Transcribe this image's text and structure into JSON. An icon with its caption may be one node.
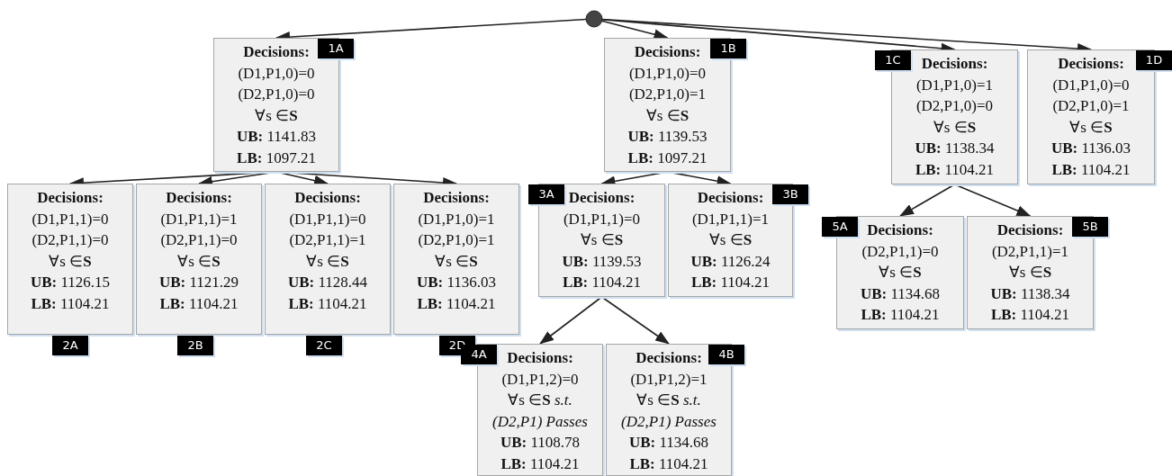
{
  "diagram": {
    "nodes": [
      {
        "text": [],
        "shape": "circle"
      },
      {
        "text": [
          "1A",
          "Decisions:",
          "(D1,P1,0)=0",
          "(D2,P1,0)=0",
          "∀s ∈**S**",
          "**UB:** 1141.83",
          "**LB:** 1097.21"
        ]
      },
      {
        "text": [
          "1B",
          "Decisions:",
          "(D1,P1,0)=0",
          "(D2,P1,0)=1",
          "∀s ∈**S**",
          "**UB:** 1139.53",
          "**LB:** 1097.21"
        ]
      },
      {
        "text": [
          "1C",
          "Decisions:",
          "(D1,P1,0)=1",
          "(D2,P1,0)=0",
          "∀s ∈**S**",
          "**UB:** 1138.34",
          "**LB:** 1104.21"
        ]
      },
      {
        "text": [
          "1D",
          "Decisions:",
          "(D1,P1,0)=0",
          "(D2,P1,0)=1",
          "∀s ∈**S**",
          "**UB:** 1136.03",
          "**LB:** 1104.21"
        ]
      },
      {
        "text": [
          "Decisions:",
          "(D1,P1,1)=0",
          "(D2,P1,1)=0",
          "∀s ∈**S**",
          "**UB:** 1126.15",
          "**LB:** 1104.21",
          "2A"
        ]
      },
      {
        "text": [
          "Decisions:",
          "(D1,P1,1)=1",
          "(D2,P1,1)=0",
          "∀s ∈**S**",
          "**UB:** 1121.29",
          "**LB:** 1104.21",
          "2B"
        ]
      },
      {
        "text": [
          "Decisions:",
          "(D1,P1,1)=0",
          "(D2,P1,1)=1",
          "∀s ∈**S**",
          "**UB:** 1128.44",
          "**LB:** 1104.21",
          "2C"
        ]
      },
      {
        "text": [
          "Decisions:",
          "(D1,P1,0)=1",
          "(D2,P1,0)=1",
          "∀s ∈**S**",
          "**UB:** 1136.03",
          "**LB:** 1104.21",
          "2D"
        ]
      },
      {
        "text": [
          "3A",
          "Decisions:",
          "(D1,P1,1)=0",
          "∀s ∈**S**",
          "**UB:** 1139.53",
          "**LB:** 1104.21"
        ]
      },
      {
        "text": [
          "3B",
          "Decisions:",
          "(D1,P1,1)=1",
          "∀s ∈**S**",
          "**UB:** 1126.24",
          "**LB:** 1104.21"
        ]
      },
      {
        "text": [
          "4A",
          "Decisions:",
          "(D1,P1,2)=0",
          "∀s ∈**S** *s.t. (D2,P1) Passes*",
          "**UB:** 1108.78",
          "**LB:** 1104.21"
        ]
      },
      {
        "text": [
          "4B",
          "Decisions:",
          "(D1,P1,2)=1",
          "∀s ∈**S** *s.t. (D2,P1) Passes*",
          "**UB:** 1134.68",
          "**LB:** 1104.21"
        ]
      },
      {
        "text": [
          "5A",
          "Decisions:",
          "(D2,P1,1)=0",
          "∀s ∈**S**",
          "**UB:** 1134.68",
          "**LB:** 1104.21"
        ]
      },
      {
        "text": [
          "5B",
          "Decisions:",
          "(D2,P1,1)=1",
          "∀s ∈**S**",
          "**UB:** 1138.34",
          "**LB:** 1104.21"
        ]
      }
    ],
    "edges": [
      {
        "from": 0,
        "to": 1,
        "arrow": "to"
      },
      {
        "from": 0,
        "to": 2,
        "arrow": "to"
      },
      {
        "from": 0,
        "to": 3,
        "arrow": "to"
      },
      {
        "from": 0,
        "to": 4,
        "arrow": "to"
      },
      {
        "from": 1,
        "to": 5,
        "arrow": "to"
      },
      {
        "from": 1,
        "to": 6,
        "arrow": "to"
      },
      {
        "from": 1,
        "to": 7,
        "arrow": "to"
      },
      {
        "from": 1,
        "to": 8,
        "arrow": "to"
      },
      {
        "from": 2,
        "to": 9,
        "arrow": "to"
      },
      {
        "from": 2,
        "to": 10,
        "arrow": "to"
      },
      {
        "from": 9,
        "to": 11,
        "arrow": "to"
      },
      {
        "from": 9,
        "to": 12,
        "arrow": "to"
      },
      {
        "from": 3,
        "to": 13,
        "arrow": "to"
      },
      {
        "from": 3,
        "to": 14,
        "arrow": "to"
      }
    ]
  }
}
